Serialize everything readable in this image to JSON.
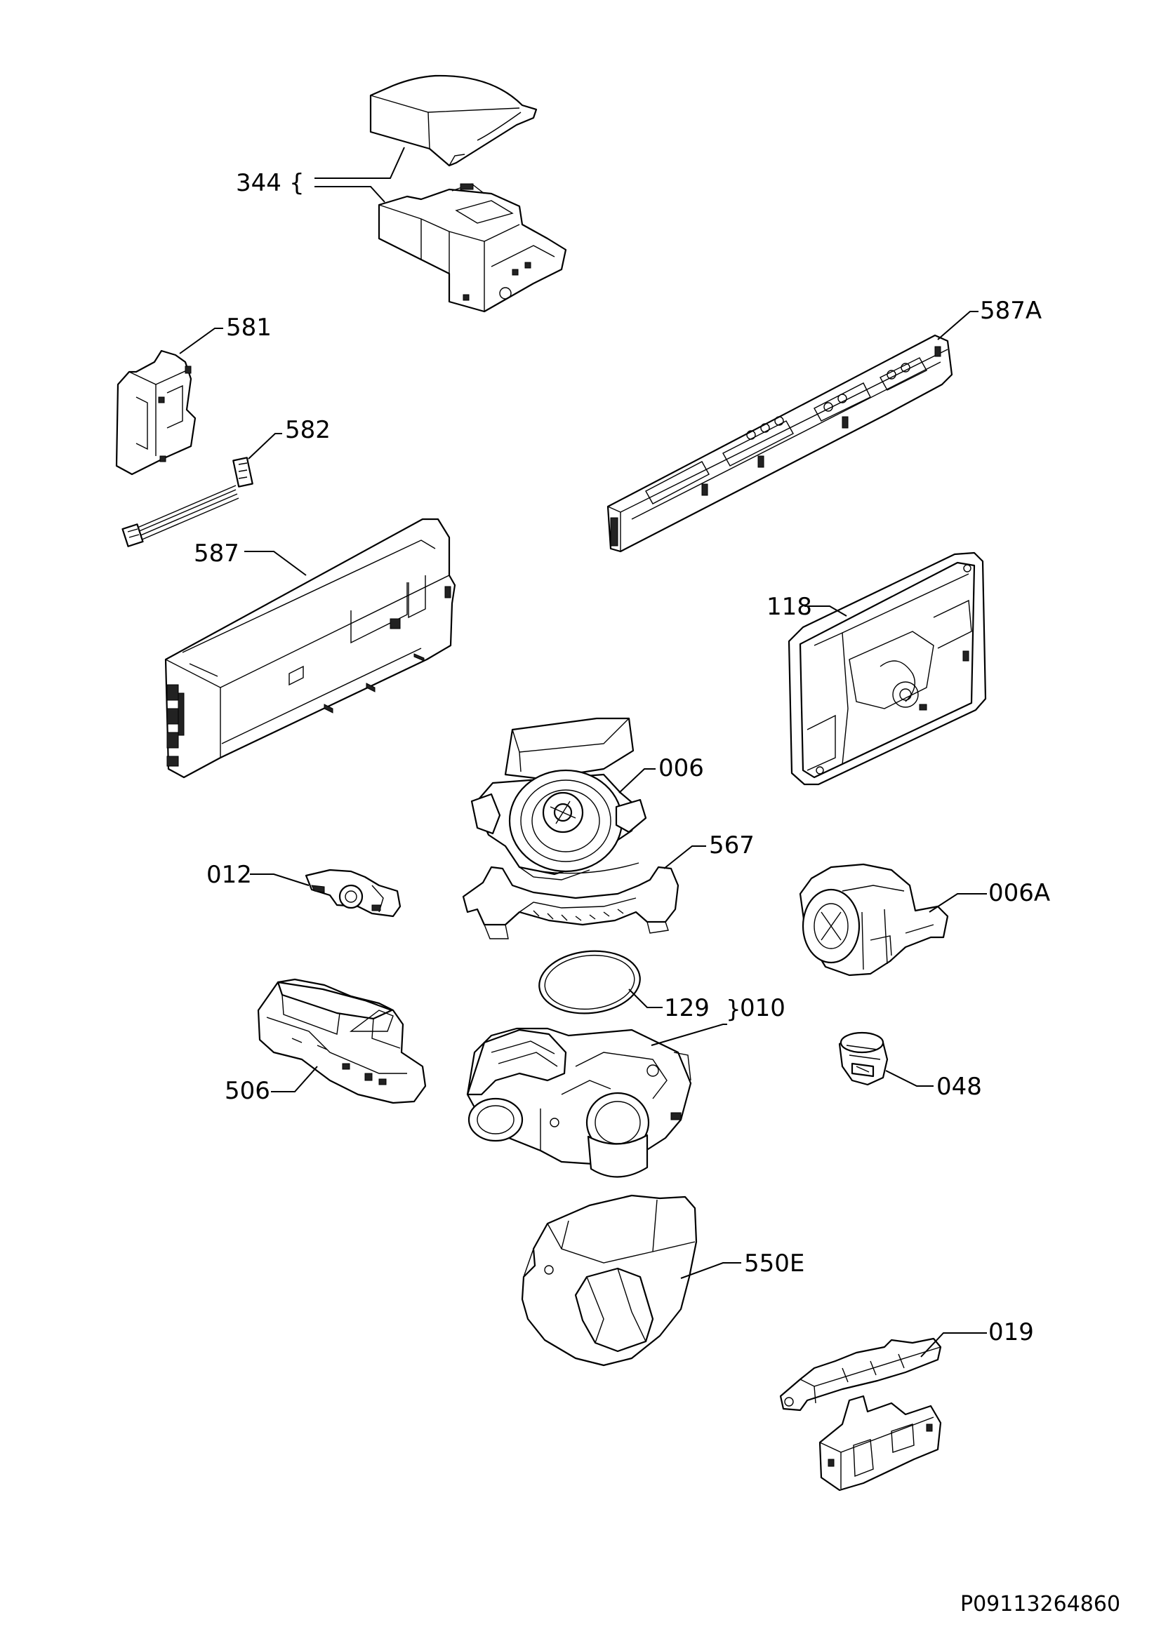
{
  "diagram": {
    "labels": {
      "l344": "344",
      "l581": "581",
      "l582": "582",
      "l587": "587",
      "l587a": "587A",
      "l118": "118",
      "l006": "006",
      "l567": "567",
      "l012": "012",
      "l006a": "006A",
      "l129": "129",
      "l010": "010",
      "l506": "506",
      "l048": "048",
      "l550e": "550E",
      "l019": "019"
    },
    "document_code": "P09113264860"
  }
}
